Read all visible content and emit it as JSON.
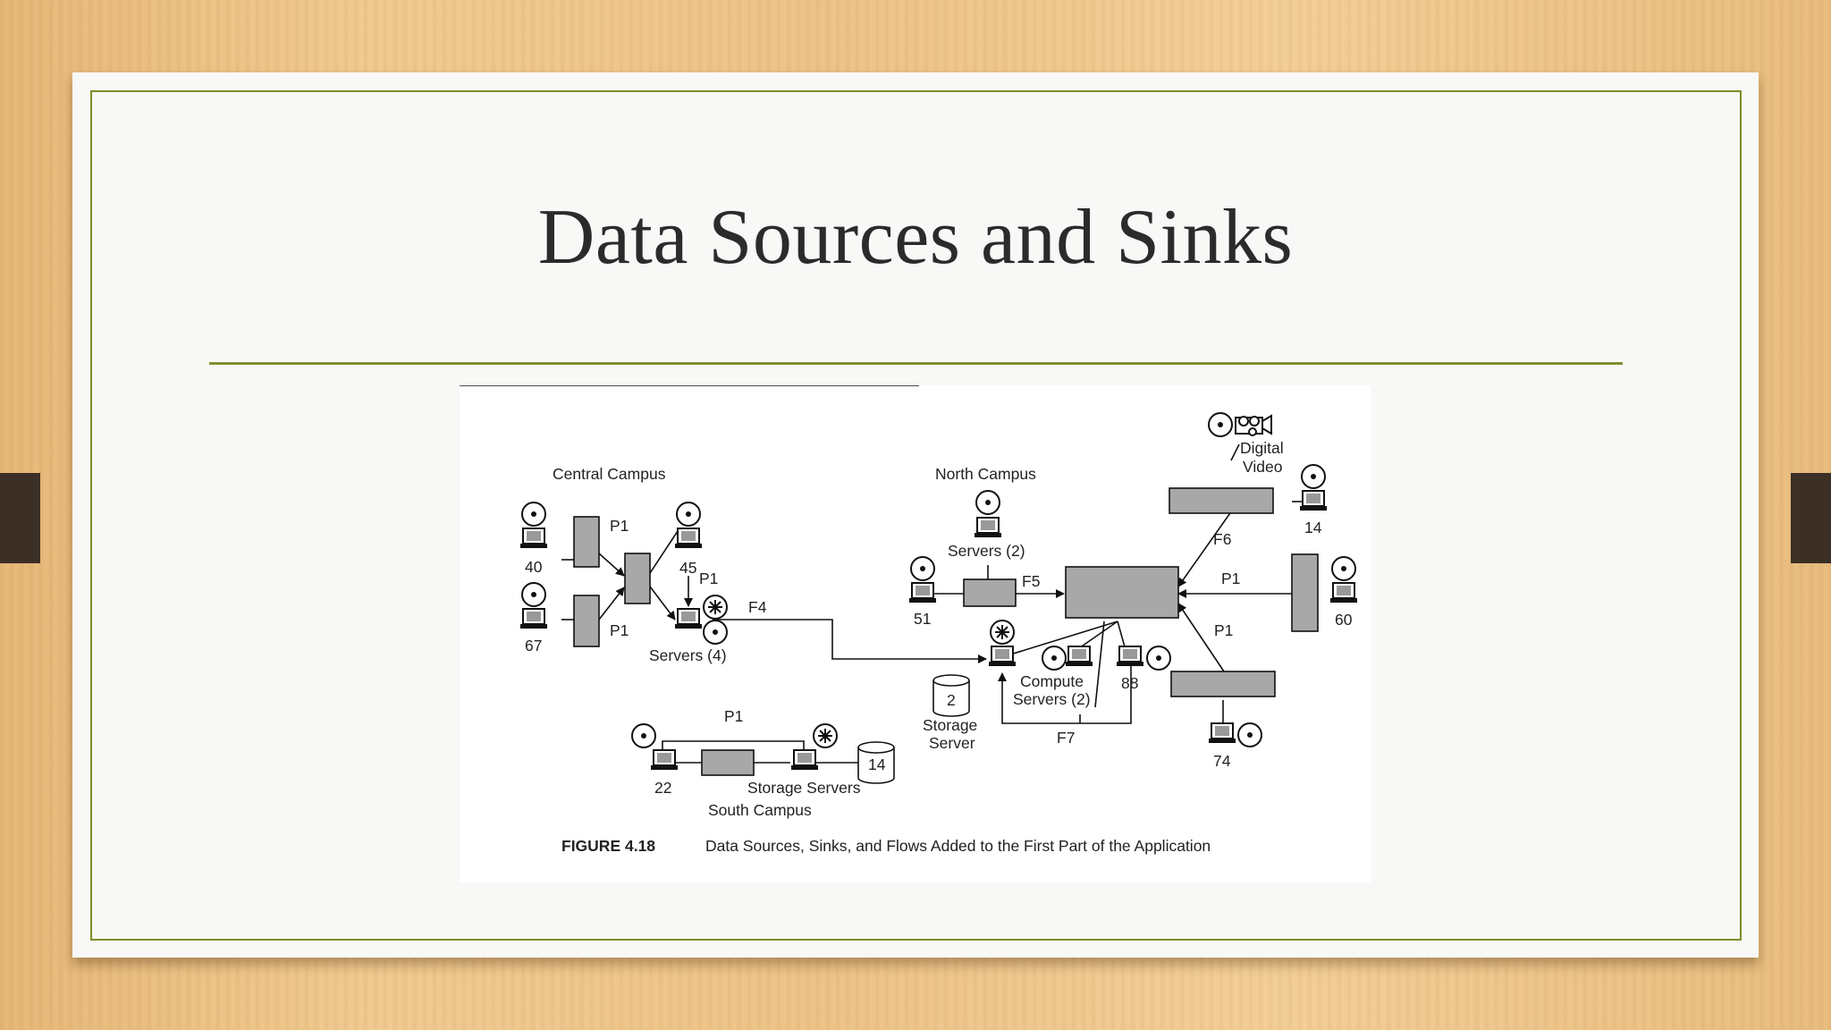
{
  "slide": {
    "title": "Data Sources and Sinks"
  },
  "diagram": {
    "regions": {
      "central": "Central Campus",
      "north": "North Campus",
      "south": "South Campus"
    },
    "devices": {
      "d40": "40",
      "d67": "67",
      "d45": "45",
      "d51": "51",
      "d14": "14",
      "d60": "60",
      "d88": "88",
      "d74": "74",
      "d22": "22",
      "storage_count": "2",
      "storage_servers_count": "14"
    },
    "server_labels": {
      "servers4": "Servers (4)",
      "servers2": "Servers (2)",
      "compute_1": "Compute",
      "compute_2": "Servers (2)",
      "storage_1": "Storage",
      "storage_2": "Server",
      "storage_servers": "Storage Servers",
      "video_1": "Digital",
      "video_2": "Video"
    },
    "flows": {
      "p1_a": "P1",
      "p1_b": "P1",
      "p1_c": "P1",
      "p1_d": "P1",
      "p1_e": "P1",
      "p1_f": "P1",
      "f4": "F4",
      "f5": "F5",
      "f6": "F6",
      "f7": "F7"
    },
    "caption": {
      "number": "FIGURE  4.18",
      "text": "Data Sources, Sinks, and Flows Added to the First Part of the Application"
    }
  }
}
